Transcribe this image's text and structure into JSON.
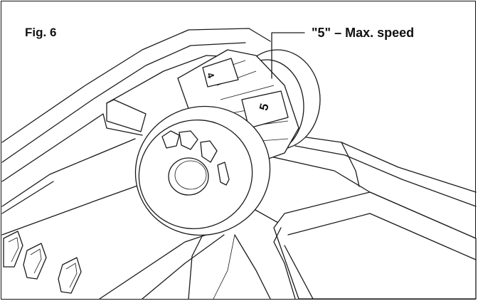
{
  "figure": {
    "label": "Fig. 6",
    "callout": "\"5\" – Max. speed",
    "dial_numbers": {
      "visible_low": "4",
      "visible_high": "5"
    }
  },
  "icons": {
    "speed_dial": "speed-dial-icon",
    "speed_indicator": "speed-bars-icon"
  }
}
